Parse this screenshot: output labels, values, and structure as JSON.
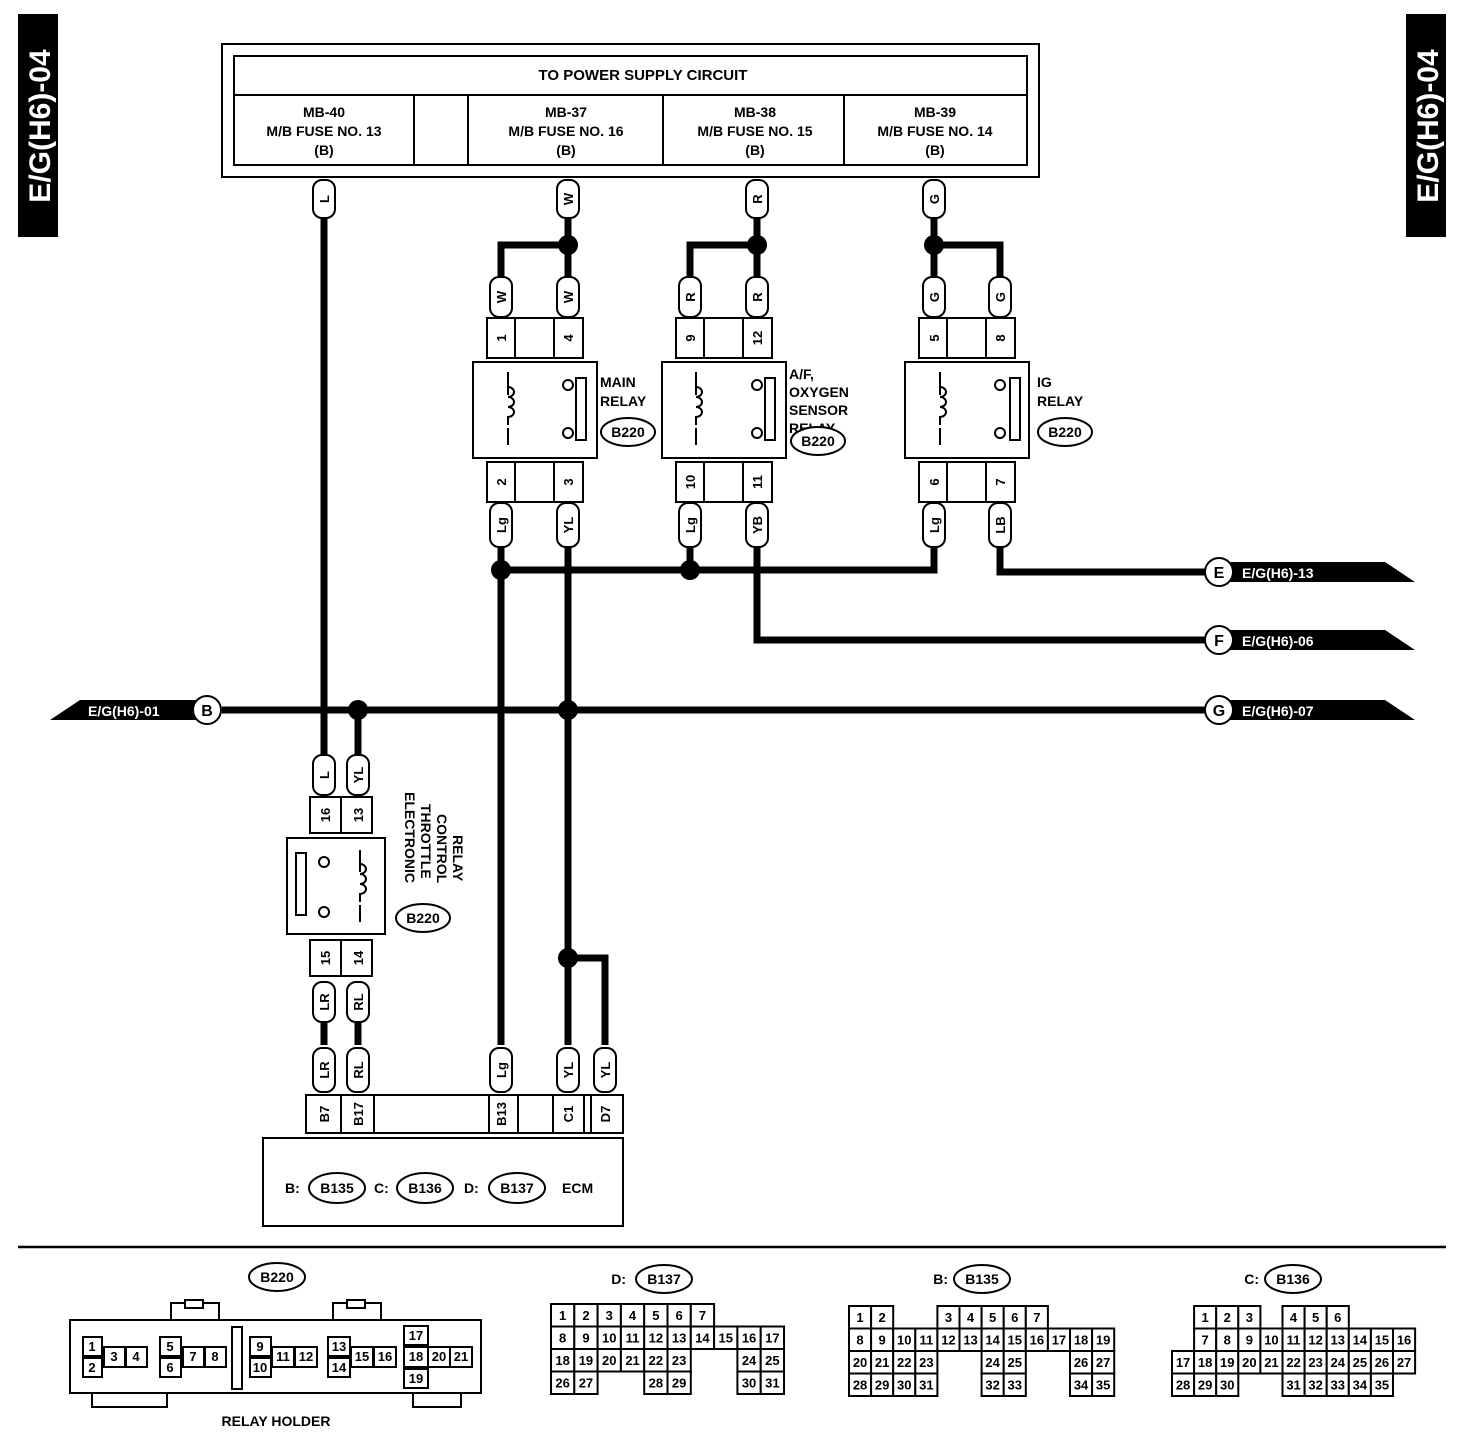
{
  "side_label": "E/G(H6)-04",
  "power": {
    "title": "TO POWER SUPPLY CIRCUIT",
    "fuses": [
      {
        "line1": "MB-40",
        "line2": "M/B FUSE NO. 13",
        "line3": "(B)"
      },
      {
        "line1": "MB-37",
        "line2": "M/B FUSE NO. 16",
        "line3": "(B)"
      },
      {
        "line1": "MB-38",
        "line2": "M/B FUSE NO. 15",
        "line3": "(B)"
      },
      {
        "line1": "MB-39",
        "line2": "M/B FUSE NO. 14",
        "line3": "(B)"
      }
    ]
  },
  "wire_colors": {
    "L": "L",
    "W": "W",
    "R": "R",
    "G": "G",
    "Lg": "Lg",
    "YL": "YL",
    "YB": "YB",
    "LB": "LB",
    "LR": "LR",
    "RL": "RL"
  },
  "relays": {
    "main": {
      "name1": "MAIN",
      "name2": "RELAY",
      "conn": "B220",
      "pins_top": [
        "1",
        "4"
      ],
      "pins_bottom": [
        "2",
        "3"
      ]
    },
    "af": {
      "name1": "A/F,",
      "name2": "OXYGEN",
      "name3": "SENSOR",
      "name4": "RELAY",
      "conn": "B220",
      "pins_top": [
        "9",
        "12"
      ],
      "pins_bottom": [
        "10",
        "11"
      ]
    },
    "ig": {
      "name1": "IG",
      "name2": "RELAY",
      "conn": "B220",
      "pins_top": [
        "5",
        "8"
      ],
      "pins_bottom": [
        "6",
        "7"
      ]
    },
    "etc": {
      "name1": "ELECTRONIC",
      "name2": "THROTTLE",
      "name3": "CONTROL",
      "name4": "RELAY",
      "conn": "B220",
      "pins_top": [
        "16",
        "13"
      ],
      "pins_bottom": [
        "15",
        "14"
      ]
    }
  },
  "refs": {
    "E": {
      "letter": "E",
      "label": "E/G(H6)-13"
    },
    "F": {
      "letter": "F",
      "label": "E/G(H6)-06"
    },
    "G": {
      "letter": "G",
      "label": "E/G(H6)-07"
    },
    "B": {
      "letter": "B",
      "label": "E/G(H6)-01"
    }
  },
  "ecm": {
    "pins": [
      "B7",
      "B17",
      "B13",
      "C1",
      "D7"
    ],
    "b_prefix": "B:",
    "b_conn": "B135",
    "c_prefix": "C:",
    "c_conn": "B136",
    "d_prefix": "D:",
    "d_conn": "B137",
    "label": "ECM"
  },
  "connectors": {
    "b220": {
      "label": "B220",
      "caption": "RELAY HOLDER"
    },
    "b137": {
      "prefix": "D:",
      "label": "B137",
      "rows": [
        [
          "1",
          "2",
          "3",
          "4",
          "5",
          "6",
          "7"
        ],
        [
          "8",
          "9",
          "10",
          "11",
          "12",
          "13",
          "14",
          "15",
          "16",
          "17"
        ],
        [
          "18",
          "19",
          "20",
          "21",
          "22",
          "23",
          "24",
          "25"
        ],
        [
          "26",
          "27",
          "28",
          "29",
          "30",
          "31"
        ]
      ]
    },
    "b135": {
      "prefix": "B:",
      "label": "B135",
      "rows": [
        [
          "1",
          "2",
          "3",
          "4",
          "5",
          "6",
          "7"
        ],
        [
          "8",
          "9",
          "10",
          "11",
          "12",
          "13",
          "14",
          "15",
          "16",
          "17",
          "18",
          "19"
        ],
        [
          "20",
          "21",
          "22",
          "23",
          "24",
          "25",
          "26",
          "27"
        ],
        [
          "28",
          "29",
          "30",
          "31",
          "32",
          "33",
          "34",
          "35"
        ]
      ]
    },
    "b136": {
      "prefix": "C:",
      "label": "B136",
      "rows": [
        [
          "1",
          "2",
          "3",
          "4",
          "5",
          "6"
        ],
        [
          "7",
          "8",
          "9",
          "10",
          "11",
          "12",
          "13",
          "14",
          "15",
          "16"
        ],
        [
          "17",
          "18",
          "19",
          "20",
          "21",
          "22",
          "23",
          "24",
          "25",
          "26",
          "27"
        ],
        [
          "28",
          "29",
          "30",
          "31",
          "32",
          "33",
          "34",
          "35"
        ]
      ]
    }
  }
}
